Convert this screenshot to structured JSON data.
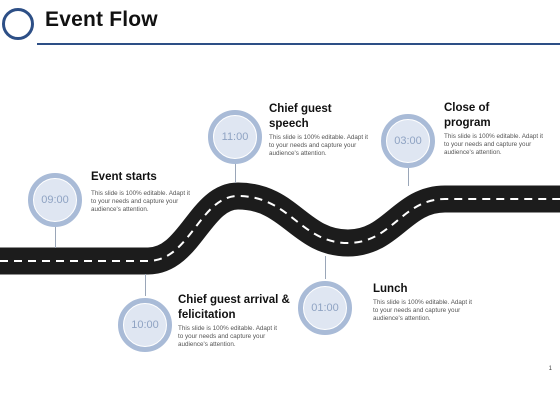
{
  "title": "Event Flow",
  "page_number": "1",
  "events": [
    {
      "time": "09:00",
      "title": "Event starts",
      "description": "This slide is 100% editable. Adapt it to your needs and capture your audience's attention."
    },
    {
      "time": "10:00",
      "title": "Chief guest arrival & felicitation",
      "description": "This slide is 100% editable. Adapt it to your needs and capture your audience's attention."
    },
    {
      "time": "11:00",
      "title": "Chief guest speech",
      "description": "This slide is 100% editable. Adapt it to your needs and capture your audience's attention."
    },
    {
      "time": "01:00",
      "title": "Lunch",
      "description": "This slide is 100% editable. Adapt it to your needs and capture your audience's attention."
    },
    {
      "time": "03:00",
      "title": "Close of program",
      "description": "This slide is 100% editable. Adapt it to your needs and capture your audience's attention."
    }
  ],
  "colors": {
    "accent": "#2d4f86",
    "road": "#1c1c1c",
    "node_ring": "#a9bbd7"
  }
}
